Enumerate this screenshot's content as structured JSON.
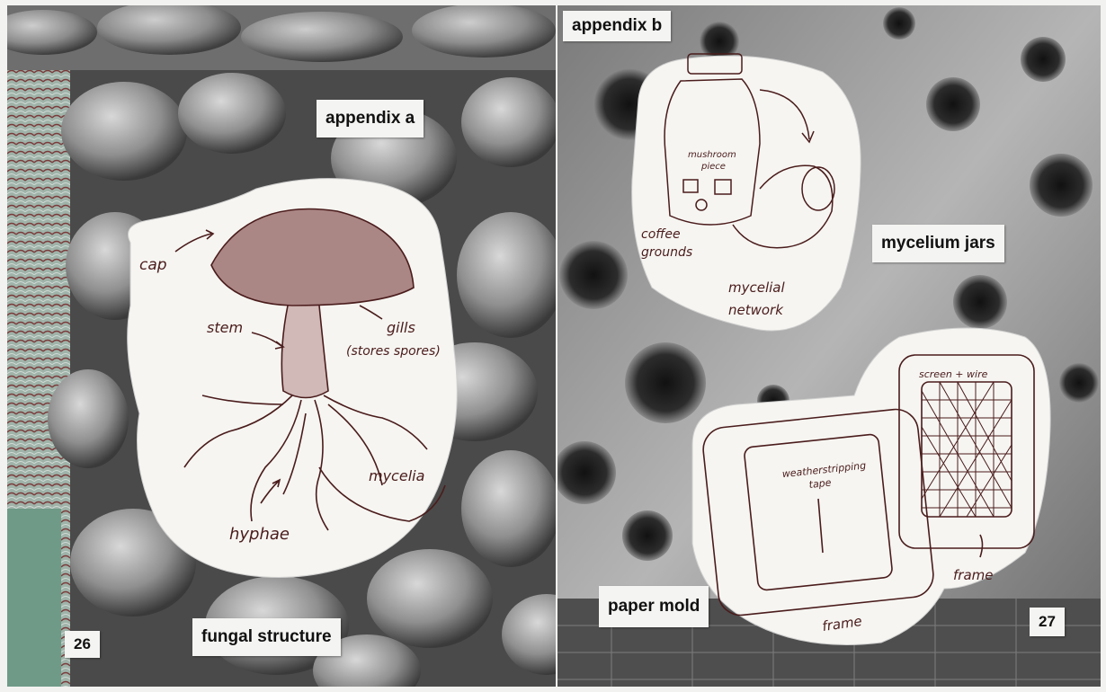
{
  "left_page": {
    "title": "appendix a",
    "caption": "fungal structure",
    "page_number": "26",
    "sketch_labels": {
      "cap": "cap",
      "stem": "stem",
      "gills_line1": "gills",
      "gills_line2": "(stores spores)",
      "hyphae": "hyphae",
      "mycelia": "mycelia"
    }
  },
  "right_page": {
    "title": "appendix b",
    "label_jars": "mycelium jars",
    "label_mold": "paper mold",
    "page_number": "27",
    "jar_sketch_labels": {
      "mushroom_line1": "mushroom",
      "mushroom_line2": "piece",
      "coffee_line1": "coffee",
      "coffee_line2": "grounds",
      "network_line1": "mycelial",
      "network_line2": "network"
    },
    "mold_sketch_labels": {
      "tape_line1": "weatherstripping",
      "tape_line2": "tape",
      "screen": "screen + wire",
      "frame_left": "frame",
      "frame_right": "frame"
    }
  },
  "colors": {
    "ink": "#4a1c1c",
    "paper": "#f4f4f2",
    "backdrop_dark": "#3c3c3c",
    "backdrop_light": "#8a8a8a"
  }
}
